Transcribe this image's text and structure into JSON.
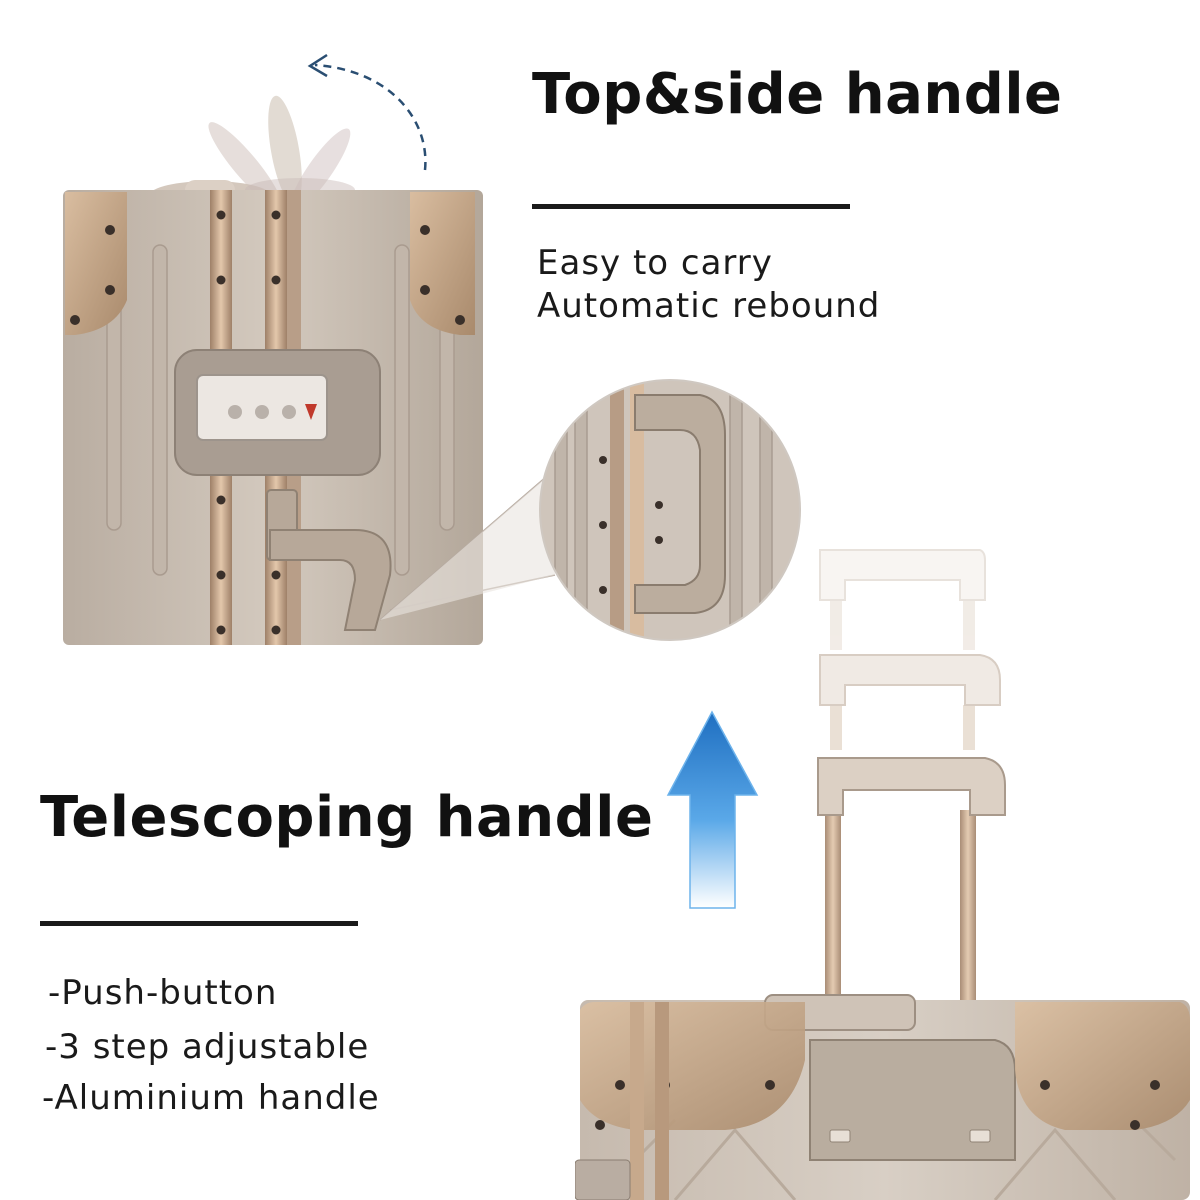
{
  "top_section": {
    "title": "Top&side handle",
    "features": [
      "Easy to carry",
      "Automatic rebound"
    ]
  },
  "bottom_section": {
    "title": "Telescoping handle",
    "features": [
      "-Push-button",
      "-3 step adjustable",
      "-Aluminium handle"
    ]
  },
  "colors": {
    "suitcase": "#cbbfb3",
    "corner": "#b89a7e",
    "arrow": "#3b8fd6",
    "text": "#111111"
  },
  "icons": [
    "rotate-arrow-icon",
    "up-arrow-icon",
    "combination-lock-icon"
  ]
}
